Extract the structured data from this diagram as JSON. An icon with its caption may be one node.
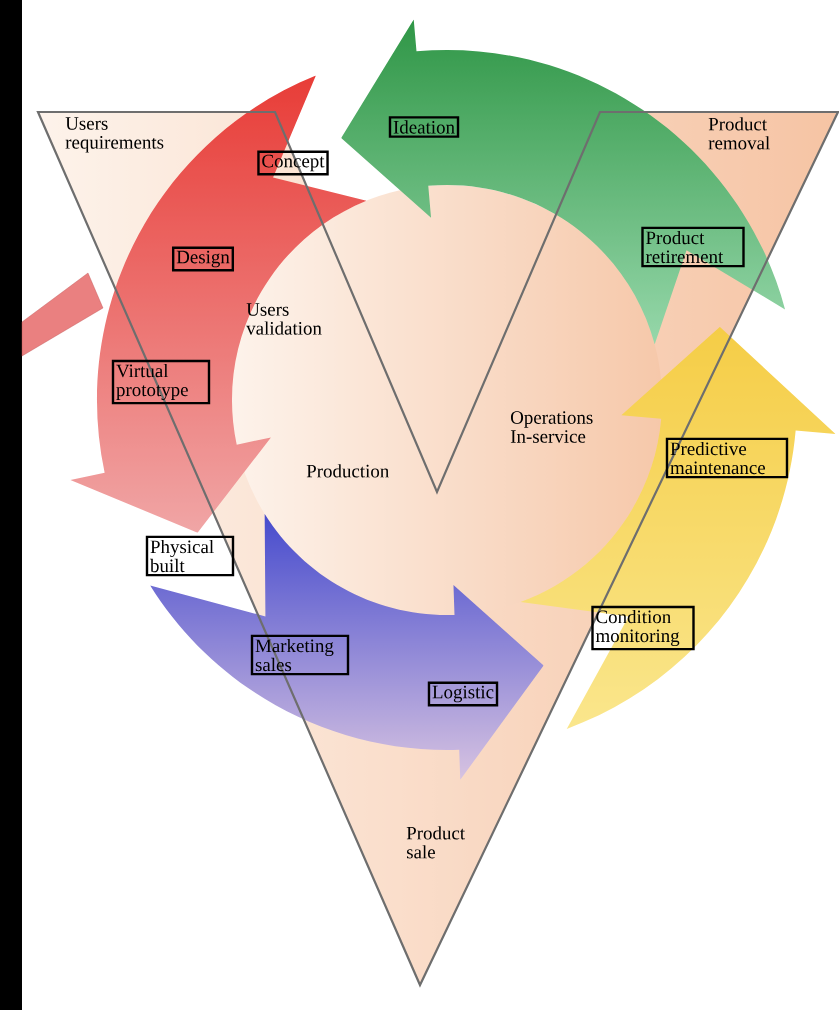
{
  "diagram": {
    "nodes": [
      {
        "text": [
          "Ideation"
        ]
      },
      {
        "text": [
          "Concept"
        ]
      },
      {
        "text": [
          "Product retirement"
        ]
      },
      {
        "text": [
          "Design"
        ]
      },
      {
        "text": [],
        "shape": "bar"
      },
      {
        "text": [
          "Virtual prototype"
        ]
      },
      {
        "text": [
          "Predictive maintenance"
        ]
      },
      {
        "text": [
          "Physical built"
        ]
      },
      {
        "text": [
          "Condition monitoring"
        ]
      },
      {
        "text": [
          "Marketing sales"
        ]
      },
      {
        "text": [
          "Logistic"
        ]
      }
    ],
    "labels": [
      "Users requirements",
      "Product removal",
      "Users validation",
      "Operations In-service",
      "Production",
      "Product sale"
    ]
  }
}
